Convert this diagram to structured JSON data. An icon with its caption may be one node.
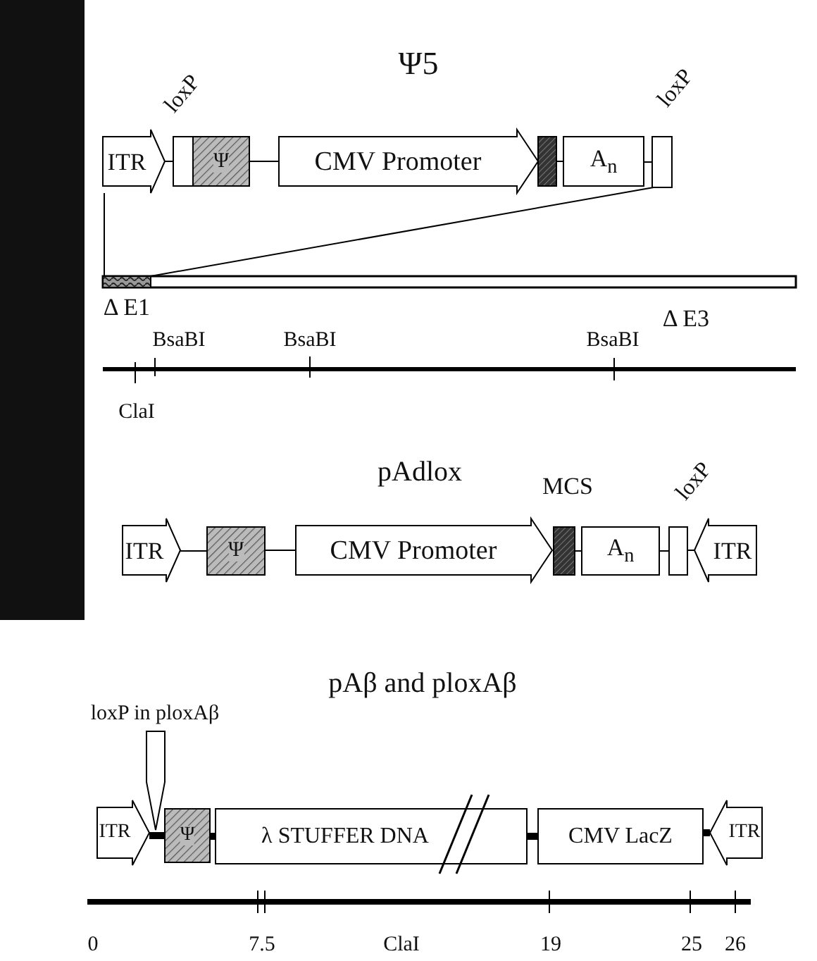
{
  "diagram": {
    "nodes": [
      {
        "text": [
          "ITR"
        ]
      },
      {
        "text": [
          "loxP"
        ]
      },
      {
        "text": [
          "Ψ"
        ]
      },
      {
        "text": [
          "CMV Promoter"
        ]
      },
      {
        "text": [],
        "shape": "box"
      },
      {
        "text": [
          "A$_{n}$"
        ]
      },
      {
        "text": [
          "loxP"
        ]
      },
      {
        "text": [],
        "shape": "bar"
      },
      {
        "text": [],
        "shape": "box",
        "in": 7
      },
      {
        "text": [
          "ITR"
        ]
      },
      {
        "text": [
          "Ψ"
        ]
      },
      {
        "text": [
          "CMV Promoter"
        ]
      },
      {
        "text": [
          "MCS"
        ]
      },
      {
        "text": [
          "A$_{n}$"
        ]
      },
      {
        "text": [
          "loxP"
        ]
      },
      {
        "text": [
          "ITR"
        ]
      },
      {
        "text": [
          "loxP in ploxAβ"
        ]
      },
      {
        "text": [
          "ITR"
        ]
      },
      {
        "text": [
          "Ψ"
        ]
      },
      {
        "text": [
          "λ STUFFER DNA"
        ]
      },
      {
        "text": [
          "CMV LacZ"
        ]
      },
      {
        "text": [
          "ITR"
        ]
      }
    ],
    "edges": [
      {
        "from": 0,
        "to": 1,
        "arrow": "none"
      },
      {
        "from": 2,
        "to": 3,
        "arrow": "none"
      },
      {
        "from": 4,
        "to": 5,
        "arrow": "none"
      },
      {
        "from": 5,
        "to": 6,
        "arrow": "none"
      },
      {
        "from": 0,
        "to": 8,
        "arrow": "none"
      },
      {
        "from": 6,
        "to": 8,
        "arrow": "none"
      },
      {
        "from": 9,
        "to": 10,
        "arrow": "none"
      },
      {
        "from": 10,
        "to": 11,
        "arrow": "none"
      },
      {
        "from": 12,
        "to": 13,
        "arrow": "none"
      },
      {
        "from": 13,
        "to": 14,
        "arrow": "none"
      },
      {
        "from": 14,
        "to": 15,
        "arrow": "none"
      },
      {
        "from": 17,
        "to": 18,
        "arrow": "none",
        "style": "thick"
      },
      {
        "from": 18,
        "to": 19,
        "arrow": "none",
        "style": "thick"
      },
      {
        "from": 19,
        "to": 20,
        "arrow": "none",
        "style": "thick"
      },
      {
        "from": 20,
        "to": 21,
        "arrow": "none",
        "style": "thick"
      }
    ],
    "labels": [
      "Ψ5",
      "Δ E1",
      "Δ E3",
      "BsaBI",
      "BsaBI",
      "BsaBI",
      "ClaI",
      "pAdlox",
      "pAβ and ploxAβ",
      "0",
      "7.5",
      "ClaI",
      "19",
      "25",
      "26"
    ]
  }
}
